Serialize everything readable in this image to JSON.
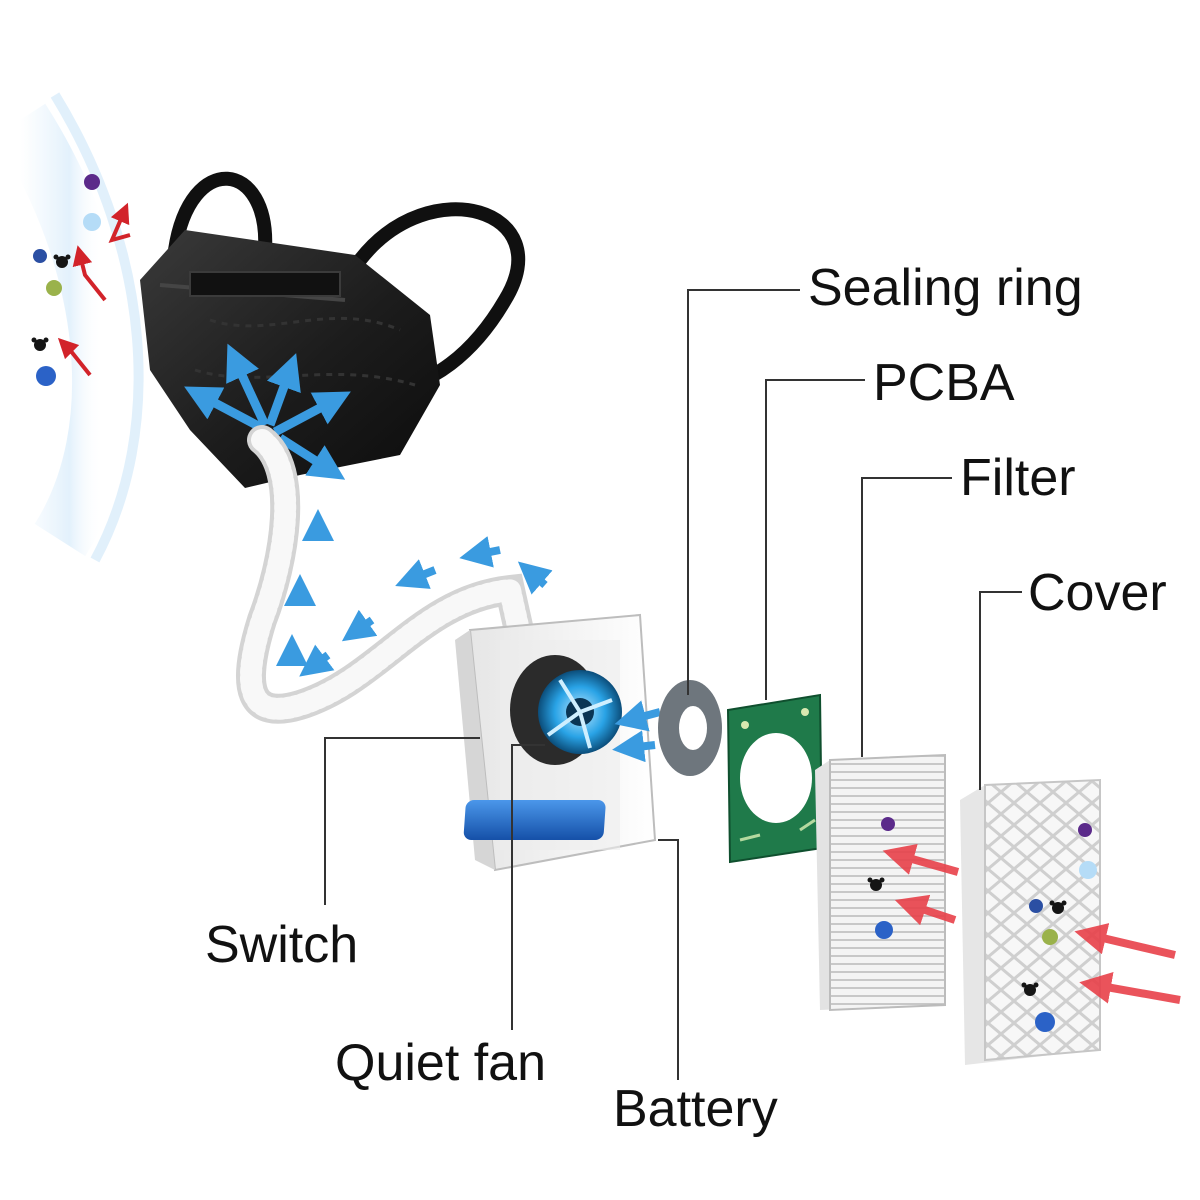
{
  "labels": {
    "sealing_ring": "Sealing ring",
    "pcba": "PCBA",
    "filter": "Filter",
    "cover": "Cover",
    "switch": "Switch",
    "quiet_fan": "Quiet fan",
    "battery": "Battery"
  },
  "colors": {
    "mask": "#1c1c1c",
    "airflow_clean": "#3a9be0",
    "airflow_dirty": "#e8414a",
    "outflow_arrow": "#d2232a",
    "pcb_green": "#1f7a4a",
    "battery_blue": "#1f6fd1",
    "ring_gray": "#6e767d",
    "leader_line": "#333333"
  },
  "icons": {
    "fan": "fan-icon",
    "particle": "particle-icon",
    "germ": "germ-icon"
  }
}
